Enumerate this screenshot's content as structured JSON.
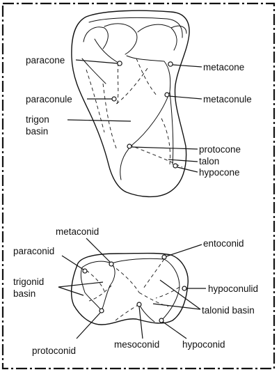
{
  "upper_molar": {
    "labels": {
      "paracone": "paracone",
      "metacone": "metacone",
      "paraconule": "paraconule",
      "metaconule": "metaconule",
      "trigon_basin_1": "trigon",
      "trigon_basin_2": "basin",
      "protocone": "protocone",
      "talon": "talon",
      "hypocone": "hypocone"
    }
  },
  "lower_molar": {
    "labels": {
      "metaconid": "metaconid",
      "entoconid": "entoconid",
      "paraconid": "paraconid",
      "trigonid_basin_1": "trigonid",
      "trigonid_basin_2": "basin",
      "hypoconulid": "hypoconulid",
      "talonid_basin": "talonid basin",
      "protoconid": "protoconid",
      "mesoconid": "mesoconid",
      "hypoconid": "hypoconid"
    }
  }
}
